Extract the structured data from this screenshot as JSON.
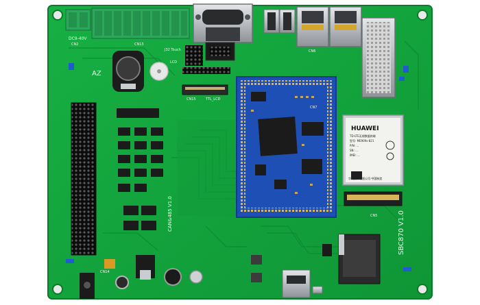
{
  "image": {
    "subject": "Green PCB development board with blue core module and Huawei LTE module",
    "background_color": "#ffffff"
  },
  "silkscreen": {
    "power_label": "DC9-40V",
    "power_connector": "CN2",
    "terminal_block": "CN13",
    "jtag_label": "J32 Touch",
    "lcd_label": "LCD",
    "lcd_conn": "CN15",
    "ttl_lcd": "TTL_LCD",
    "can485_label": "CAN&485 V1.0",
    "board_name": "SBC870 V1.0",
    "cn14": "CN14",
    "pcie_conn": "CN5",
    "net_conn": "CN6",
    "core_conn": "CN7",
    "side_letters": "AZ"
  },
  "module": {
    "brand": "HUAWEI",
    "line1": "TD-LTE无线数据终端",
    "line2": "型号: ME909s-821",
    "line3": "P/N: ...",
    "line4": "SN: ...",
    "line5": "IMEI: ...",
    "maker": "华为技术有限公司 中国制造"
  },
  "colors": {
    "pcb_green": "#13a83c",
    "pcb_dark": "#0e8a30",
    "core_blue": "#1e4fb4",
    "chip_black": "#1b1b1b",
    "metal": "#c9ccd0",
    "module_white": "#f2f2ef"
  }
}
